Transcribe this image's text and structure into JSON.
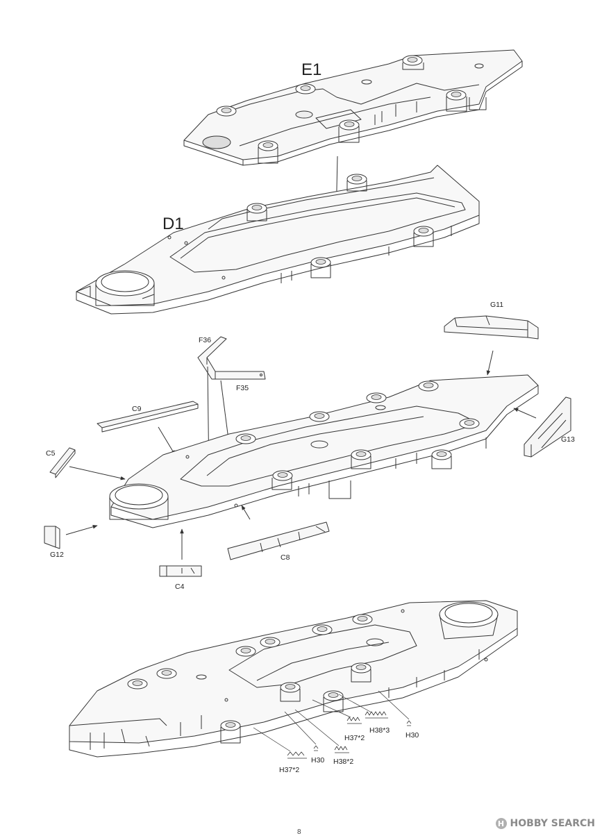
{
  "labels": {
    "E1": "E1",
    "D1": "D1",
    "G11": "G11",
    "F36": "F36",
    "F35": "F35",
    "C9": "C9",
    "C5": "C5",
    "G13": "G13",
    "G12": "G12",
    "C8": "C8",
    "C4": "C4",
    "H37_2a": "H37*2",
    "H38_3": "H38*3",
    "H30a": "H30",
    "H30b": "H30",
    "H38_2": "H38*2",
    "H37_2b": "H37*2"
  },
  "watermark": {
    "brand": "HOBBY SEARCH",
    "logo_letter": "H"
  },
  "page_number": "8"
}
